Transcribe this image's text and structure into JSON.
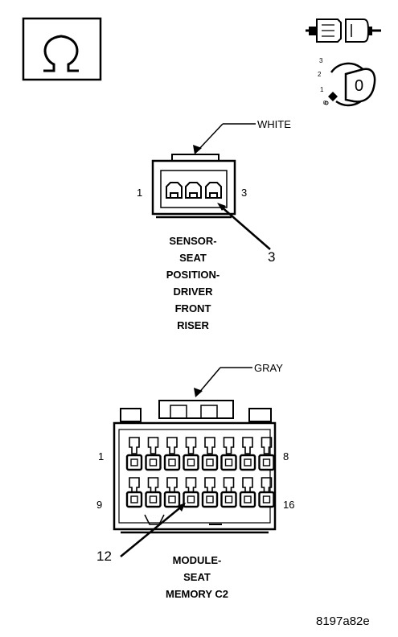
{
  "icons": {
    "ohm_symbol": "ohm-meter-icon",
    "connector_symbol": "unplugged-connector-icon",
    "ignition_symbol": "ignition-key-off-icon"
  },
  "ignition": {
    "positions": [
      "3",
      "2",
      "1",
      "0"
    ],
    "key_letter": "0"
  },
  "connector1": {
    "color_label": "WHITE",
    "pin_first": "1",
    "pin_last": "3",
    "callout": "3",
    "caption_lines": [
      "SENSOR-",
      "SEAT",
      "POSITION-",
      "DRIVER",
      "FRONT",
      "RISER"
    ]
  },
  "connector2": {
    "color_label": "GRAY",
    "pin_top_left": "1",
    "pin_top_right": "8",
    "pin_bottom_left": "9",
    "pin_bottom_right": "16",
    "callout": "12",
    "caption_lines": [
      "MODULE-",
      "SEAT",
      "MEMORY C2"
    ]
  },
  "figure_id": "8197a82e"
}
